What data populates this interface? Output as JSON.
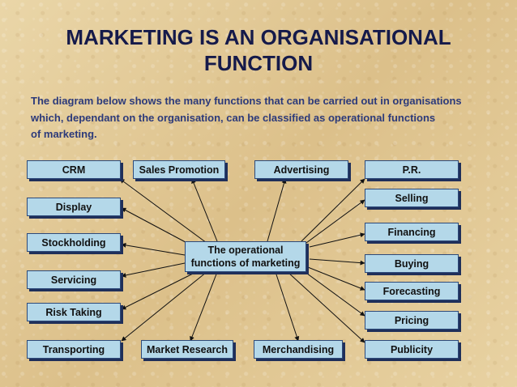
{
  "title": "MARKETING IS AN ORGANISATIONAL\nFUNCTION",
  "title_line1": "MARKETING IS AN ORGANISATIONAL",
  "title_line2": "FUNCTION",
  "intro": "The diagram below shows the many functions that can be carried out in organisations\nwhich, dependant on the organisation, can be classified as operational functions\nof marketing.",
  "center": {
    "line1": "The operational",
    "line2": "functions of marketing"
  },
  "top_row": [
    "CRM",
    "Sales Promotion",
    "Advertising",
    "P.R."
  ],
  "left_column": [
    "Display",
    "Stockholding",
    "Servicing",
    "Risk Taking"
  ],
  "right_column": [
    "Selling",
    "Financing",
    "Buying",
    "Forecasting",
    "Pricing"
  ],
  "bottom_row": [
    "Transporting",
    "Market Research",
    "Merchandising",
    "Publicity"
  ],
  "colors": {
    "box_fill": "#b4d8e9",
    "box_border": "#2d4a7a",
    "title": "#151a4a",
    "intro": "#2c3a7a"
  }
}
